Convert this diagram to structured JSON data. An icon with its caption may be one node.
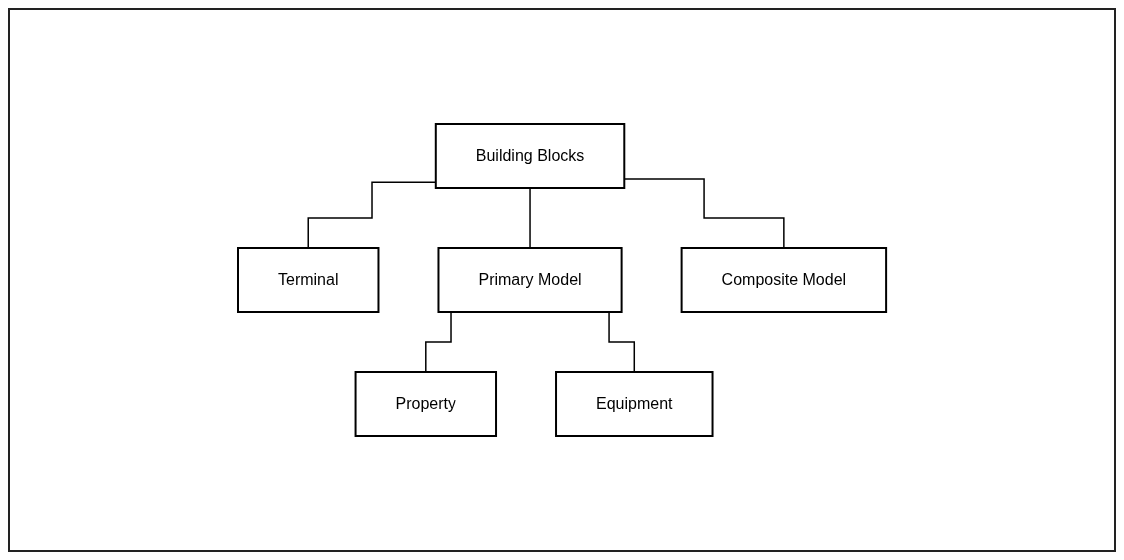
{
  "diagram": {
    "nodes": [
      {
        "text": [
          "Building Blocks"
        ]
      },
      {
        "text": [
          "Terminal"
        ]
      },
      {
        "text": [
          "Primary Model"
        ]
      },
      {
        "text": [
          "Composite Model"
        ]
      },
      {
        "text": [
          "Property"
        ]
      },
      {
        "text": [
          "Equipment"
        ]
      }
    ],
    "edges": [
      {
        "from": 0,
        "to": 1,
        "arrow": "none"
      },
      {
        "from": 0,
        "to": 2,
        "arrow": "none"
      },
      {
        "from": 0,
        "to": 3,
        "arrow": "none"
      },
      {
        "from": 2,
        "to": 4,
        "arrow": "none"
      },
      {
        "from": 2,
        "to": 5,
        "arrow": "none"
      }
    ]
  }
}
